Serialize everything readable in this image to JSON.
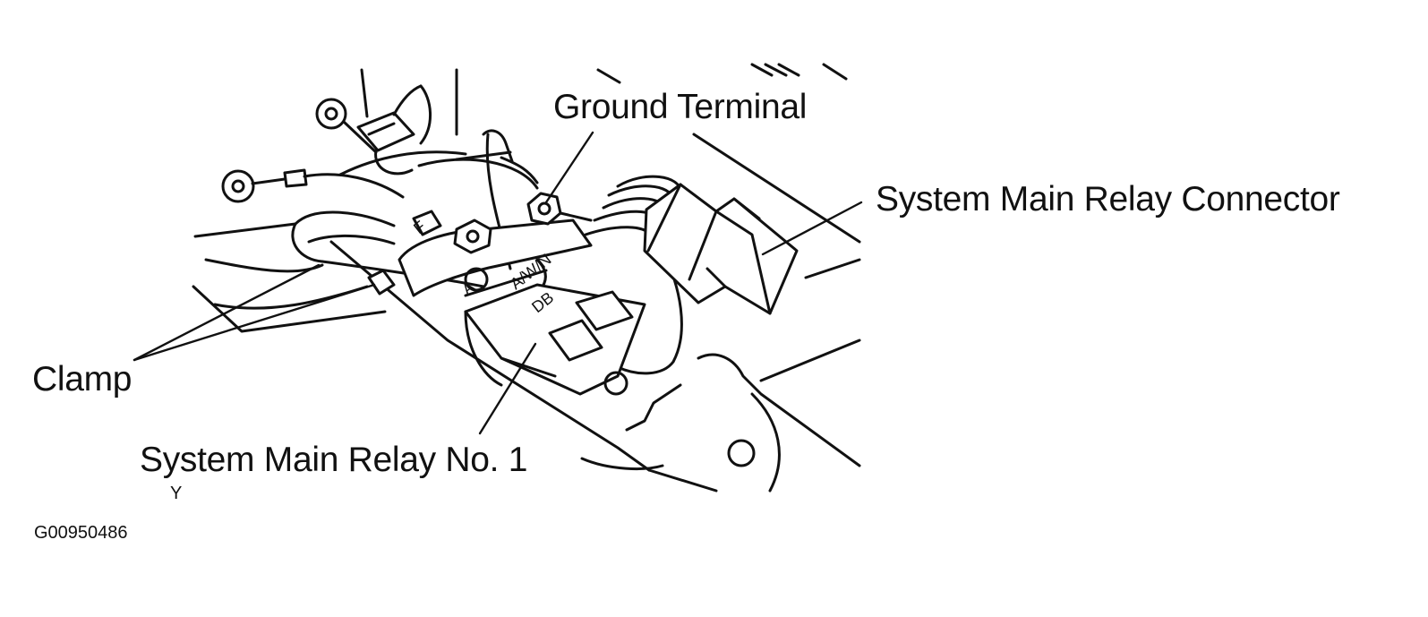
{
  "labels": {
    "ground_terminal": "Ground Terminal",
    "system_main_relay_connector": "System Main Relay Connector",
    "clamp": "Clamp",
    "system_main_relay_no1": "System Main Relay No. 1",
    "view_marker": "Y",
    "figure_id": "G00950486"
  },
  "relay_markings": [
    "A/W/N",
    "DB",
    "A",
    "F"
  ],
  "colors": {
    "background": "#ffffff",
    "line": "#111111"
  }
}
